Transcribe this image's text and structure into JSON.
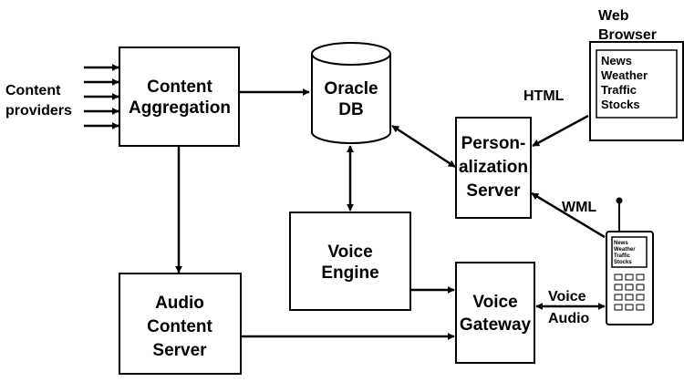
{
  "content_providers": [
    "Content",
    "providers"
  ],
  "content_aggregation": [
    "Content",
    "Aggregation"
  ],
  "oracle_db": [
    "Oracle",
    "DB"
  ],
  "web_browser": {
    "title": [
      "Web",
      "Browser"
    ],
    "items": [
      "News",
      "Weather",
      "Traffic",
      "Stocks"
    ]
  },
  "personalization_server": [
    "Person-",
    "alization",
    "Server"
  ],
  "voice_engine": [
    "Voice",
    "Engine"
  ],
  "audio_content_server": [
    "Audio",
    "Content",
    "Server"
  ],
  "voice_gateway": [
    "Voice",
    "Gateway"
  ],
  "edge_labels": {
    "html": "HTML",
    "wml": "WML",
    "voice": "Voice",
    "audio": "Audio"
  },
  "phone_screen": [
    "News",
    "Weather",
    "Traffic",
    "Stocks"
  ]
}
